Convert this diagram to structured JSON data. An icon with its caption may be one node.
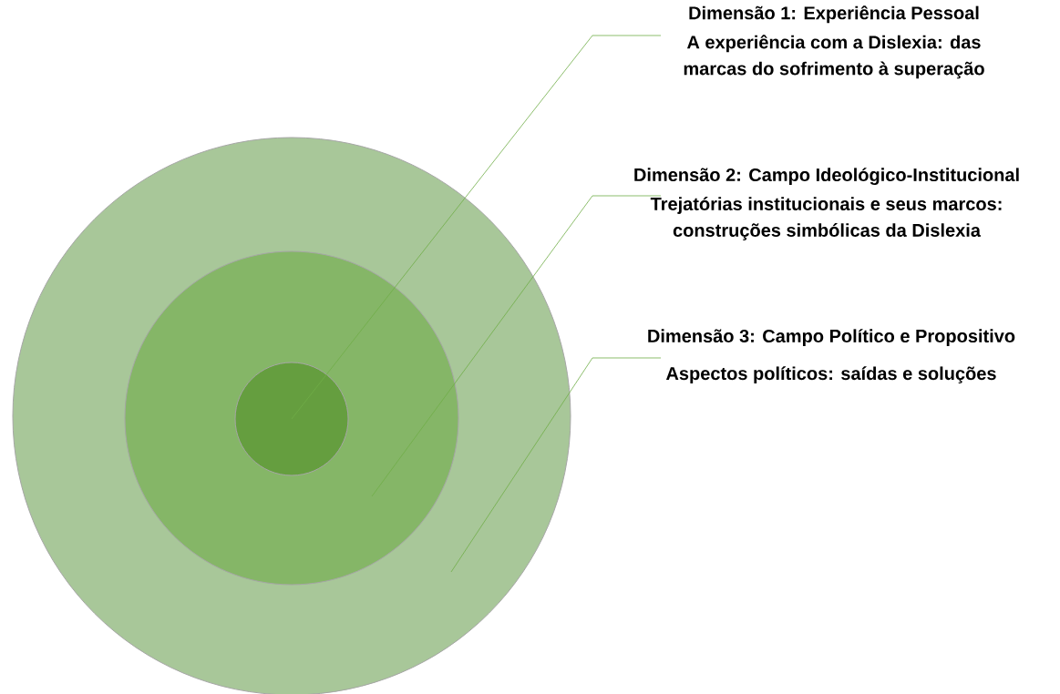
{
  "diagram": {
    "nodes": [
      {
        "text": [],
        "shape": "circle"
      },
      {
        "text": [],
        "shape": "circle",
        "in": 0
      },
      {
        "text": [],
        "shape": "circle",
        "in": 1
      },
      {
        "text": [
          "Dimensão 1: Experiência Pessoal",
          "A experiência com a Dislexia: das marcas do sofrimento à superação"
        ]
      },
      {
        "text": [
          "Dimensão 2: Campo Ideológico-Institucional",
          "Trejatórias institucionais e seus marcos: construções simbólicas da Dislexia"
        ]
      },
      {
        "text": [
          "Dimensão 3: Campo Político e Propositivo",
          "Aspectos políticos: saídas e soluções"
        ]
      }
    ],
    "edges": [
      {
        "from": 3,
        "to": 2,
        "arrow": "none"
      },
      {
        "from": 4,
        "to": 1,
        "arrow": "none"
      },
      {
        "from": 5,
        "to": 0,
        "arrow": "none"
      }
    ]
  }
}
